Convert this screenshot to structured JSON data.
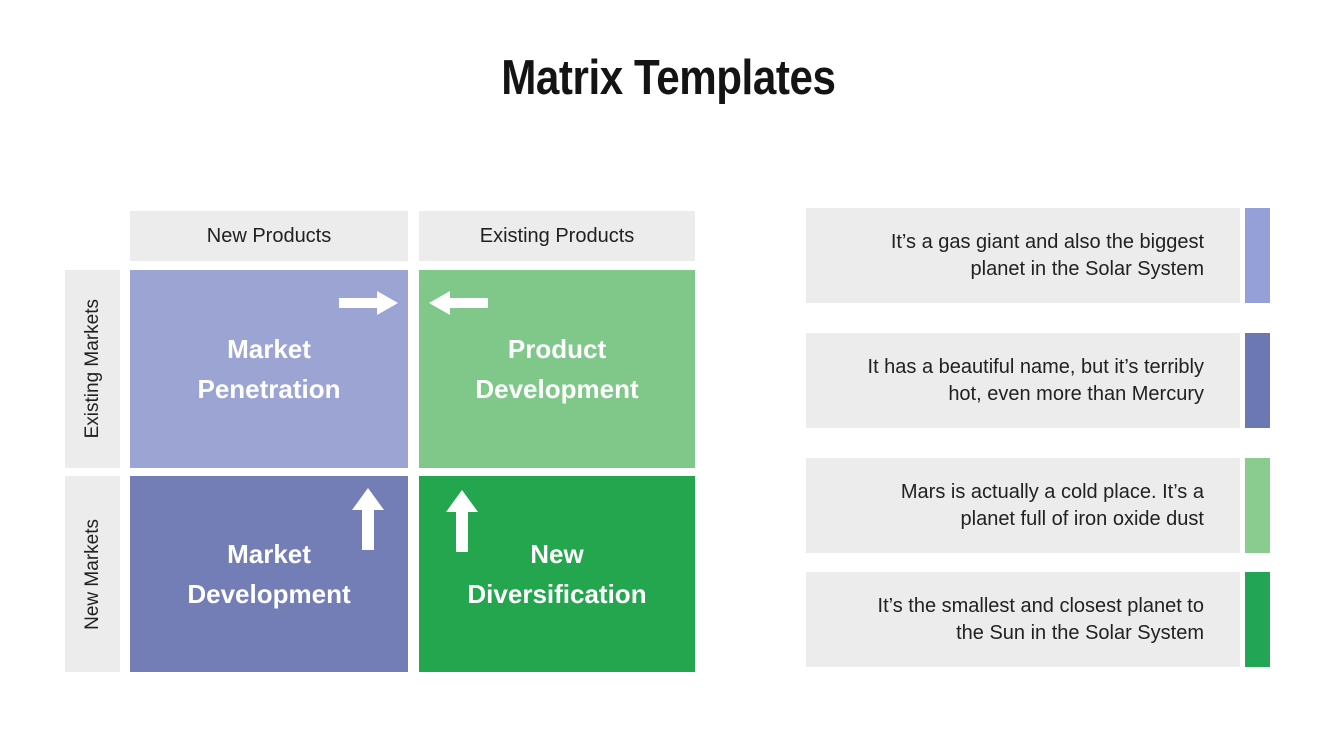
{
  "slide": {
    "title": "Matrix Templates"
  },
  "matrix": {
    "column_headers": [
      {
        "label": "New Products"
      },
      {
        "label": "Existing Products"
      }
    ],
    "row_headers": [
      {
        "label": "Existing Markets"
      },
      {
        "label": "New Markets"
      }
    ],
    "quadrants": [
      {
        "lines": [
          "Market",
          "Penetration"
        ],
        "color": "#9CA4D4",
        "arrow_icon": "right-arrow-icon"
      },
      {
        "lines": [
          "Product",
          "Development"
        ],
        "color": "#7FC88A",
        "arrow_icon": "left-arrow-icon"
      },
      {
        "lines": [
          "Market",
          "Development"
        ],
        "color": "#727EB5",
        "arrow_icon": "up-arrow-icon"
      },
      {
        "lines": [
          "New",
          "Diversification"
        ],
        "color": "#23A64D",
        "arrow_icon": "up-arrow-icon"
      }
    ]
  },
  "notes": [
    {
      "lines": [
        "It’s a gas giant and also the biggest",
        "planet in the Solar System"
      ],
      "bar_color": "#94A0D7"
    },
    {
      "lines": [
        "It has a beautiful name, but it’s terribly",
        "hot, even more than Mercury"
      ],
      "bar_color": "#6C78B4"
    },
    {
      "lines": [
        "Mars is actually a cold place. It’s a",
        "planet full of iron oxide dust"
      ],
      "bar_color": "#8ACB8F"
    },
    {
      "lines": [
        "It’s the smallest and closest planet to",
        "the Sun in the Solar System"
      ],
      "bar_color": "#22A655"
    }
  ],
  "colors": {
    "background": "#FFFFFF",
    "box_gray": "#ECECEC",
    "text_dark": "#212121",
    "quadrant_text": "#FFFFFF"
  }
}
